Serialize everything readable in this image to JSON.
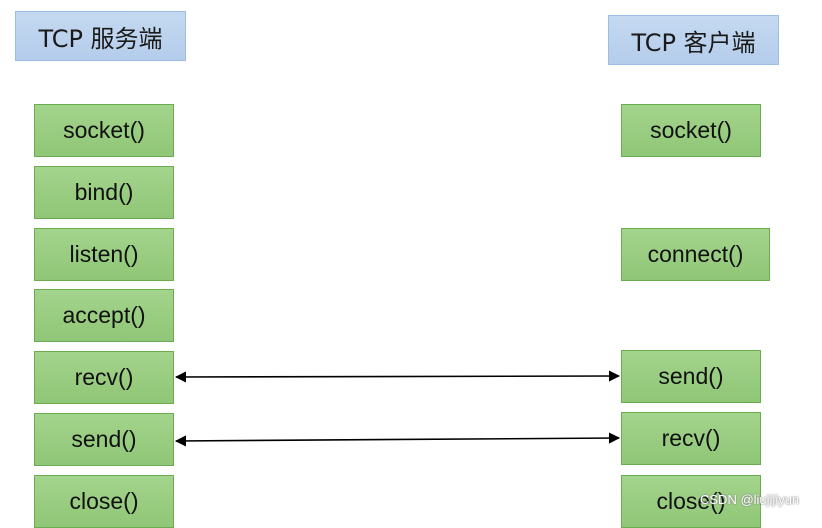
{
  "server": {
    "title": "TCP 服务端",
    "steps": [
      "socket()",
      "bind()",
      "listen()",
      "accept()",
      "recv()",
      "send()",
      "close()"
    ]
  },
  "client": {
    "title": "TCP 客户端",
    "steps": {
      "socket": "socket()",
      "connect": "connect()",
      "send": "send()",
      "recv": "recv()",
      "close": "close()"
    }
  },
  "watermark": "CSDN @liujijiyun",
  "colors": {
    "header_fill": "#c5d9f1",
    "box_fill": "#9ccd84",
    "box_border": "#6aac4f",
    "arrow": "#000000"
  }
}
